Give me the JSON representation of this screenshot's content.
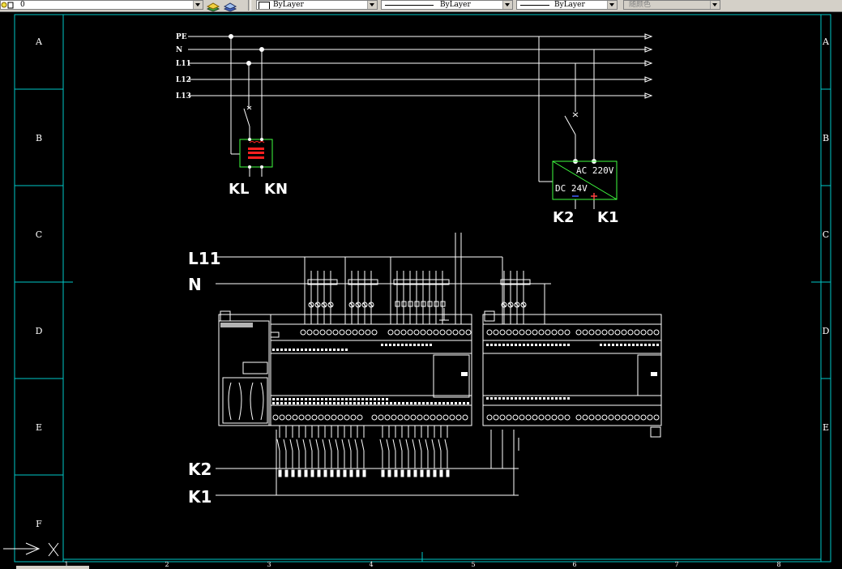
{
  "toolbar": {
    "layer_value": "0",
    "color_value": "ByLayer",
    "linetype_value": "ByLayer",
    "lineweight_value": "ByLayer",
    "plotstyle_value": "随颜色"
  },
  "frame": {
    "rows_left": [
      "A",
      "B",
      "C",
      "D",
      "E",
      "F"
    ],
    "rows_right": [
      "A",
      "B",
      "C",
      "D",
      "E"
    ],
    "cols": [
      "1",
      "2",
      "3",
      "4",
      "5",
      "6",
      "7",
      "8"
    ]
  },
  "bus_labels": [
    "PE",
    "N",
    "L11",
    "L12",
    "L13"
  ],
  "power_supply": {
    "ac_label": "AC 220V",
    "dc_label": "DC 24V",
    "k2": "K2",
    "k1": "K1"
  },
  "transformer": {
    "kl": "KL",
    "kn": "KN"
  },
  "plc": {
    "l11": "L11",
    "n": "N",
    "k2": "K2",
    "k1": "K1"
  },
  "ucs": {
    "x_label": "X"
  },
  "colors": {
    "background": "#000000",
    "frame": "#00c8c8",
    "wire": "#ffffff",
    "power_box": "#40ff40",
    "transformer_core": "#ff2020"
  }
}
